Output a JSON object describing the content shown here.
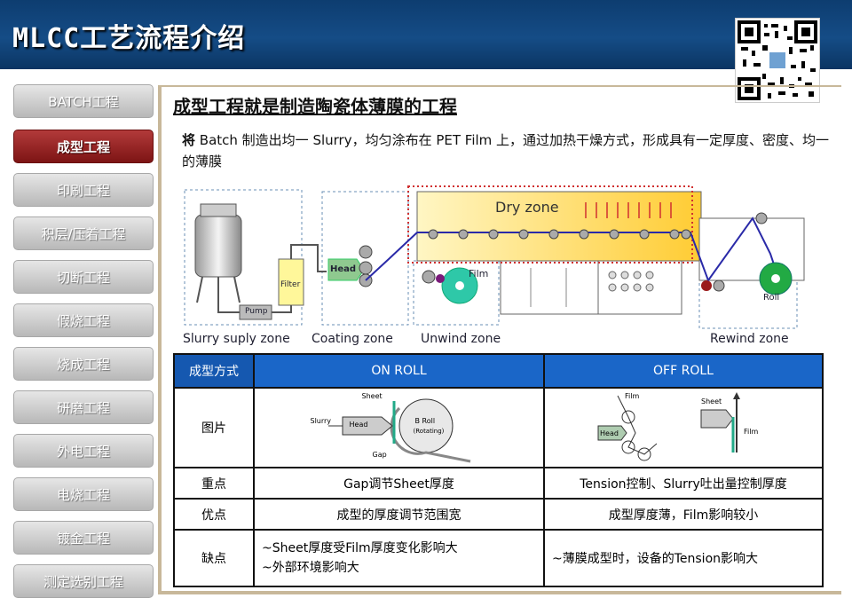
{
  "title": "MLCC工艺流程介绍",
  "sidebar": {
    "items": [
      {
        "label": "BATCH工程",
        "active": false
      },
      {
        "label": "成型工程",
        "active": true
      },
      {
        "label": "印刷工程",
        "active": false
      },
      {
        "label": "积层/压着工程",
        "active": false
      },
      {
        "label": "切断工程",
        "active": false
      },
      {
        "label": "假烧工程",
        "active": false
      },
      {
        "label": "烧成工程",
        "active": false
      },
      {
        "label": "研磨工程",
        "active": false
      },
      {
        "label": "外电工程",
        "active": false
      },
      {
        "label": "电烧工程",
        "active": false
      },
      {
        "label": "镀金工程",
        "active": false
      },
      {
        "label": "测定选别工程",
        "active": false
      }
    ]
  },
  "main": {
    "heading": "成型工程就是制造陶瓷体薄膜的工程",
    "desc_lead": "将",
    "desc_rest": " Batch 制造出均一 Slurry，均匀涂布在 PET Film 上，通过加热干燥方式，形成具有一定厚度、密度、均一的薄膜",
    "diagram": {
      "dry_zone": "Dry zone",
      "head": "Head",
      "filter": "Filter",
      "pump": "Pump",
      "film": "Film",
      "roll": "Roll",
      "zones": [
        "Slurry suply zone",
        "Coating zone",
        "Unwind zone",
        "Rewind zone"
      ]
    },
    "table": {
      "headers": [
        "成型方式",
        "ON  ROLL",
        "OFF ROLL"
      ],
      "row_labels": [
        "图片",
        "重点",
        "优点",
        "缺点"
      ],
      "on_roll_fig": {
        "sheet": "Sheet",
        "slurry": "Slurry",
        "head": "Head",
        "broll": "B Roll",
        "rotating": "(Rotating)",
        "gap": "Gap"
      },
      "off_roll_fig": {
        "film1": "Film",
        "head": "Head",
        "sheet": "Sheet",
        "film2": "Film"
      },
      "key": [
        "Gap调节Sheet厚度",
        "Tension控制、Slurry吐出量控制厚度"
      ],
      "pros": [
        "成型的厚度调节范围宽",
        "成型厚度薄，Film影响较小"
      ],
      "cons_on": [
        "~Sheet厚度受Film厚度变化影响大",
        "~外部环境影响大"
      ],
      "cons_off": "~薄膜成型时，设备的Tension影响大"
    }
  }
}
